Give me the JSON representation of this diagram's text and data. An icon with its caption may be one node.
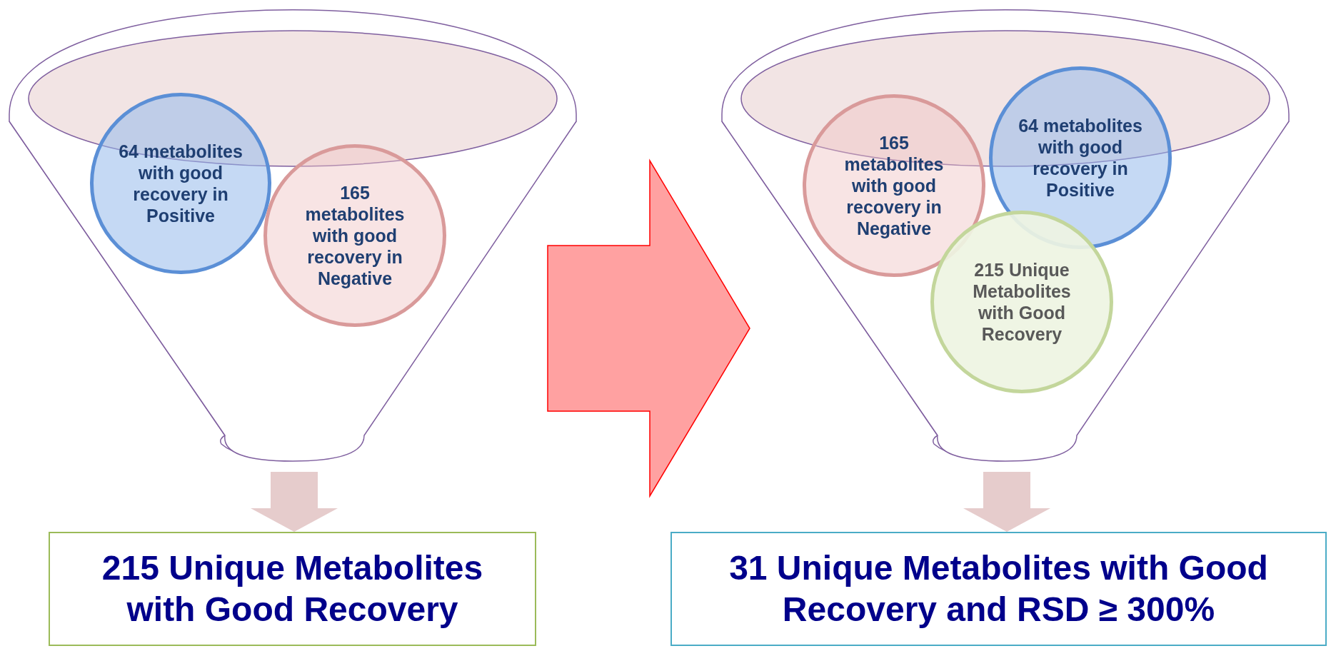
{
  "diagram": {
    "nodes": [
      {
        "text": [],
        "shape": "funnel"
      },
      {
        "text": [
          "64 metabolites with good recovery in Positive"
        ],
        "in": 0
      },
      {
        "text": [
          "165 metabolites with good recovery in Negative"
        ],
        "in": 0
      },
      {
        "text": [
          "215 Unique Metabolites with Good Recovery"
        ]
      },
      {
        "text": [],
        "shape": "funnel"
      },
      {
        "text": [
          "165 metabolites with good recovery in Negative"
        ],
        "in": 4
      },
      {
        "text": [
          "64 metabolites with good recovery in Positive"
        ],
        "in": 4
      },
      {
        "text": [
          "215 Unique Metabolites with Good Recovery"
        ],
        "in": 4
      },
      {
        "text": [
          "31 Unique Metabolites with Good Recovery and RSD ≥ 300%"
        ]
      }
    ],
    "edges": [
      {
        "from": 0,
        "to": 3,
        "arrow": "to"
      },
      {
        "from": 0,
        "to": 4,
        "arrow": "to",
        "style": "thick",
        "color": "#ff0000"
      },
      {
        "from": 4,
        "to": 8,
        "arrow": "to"
      }
    ]
  }
}
